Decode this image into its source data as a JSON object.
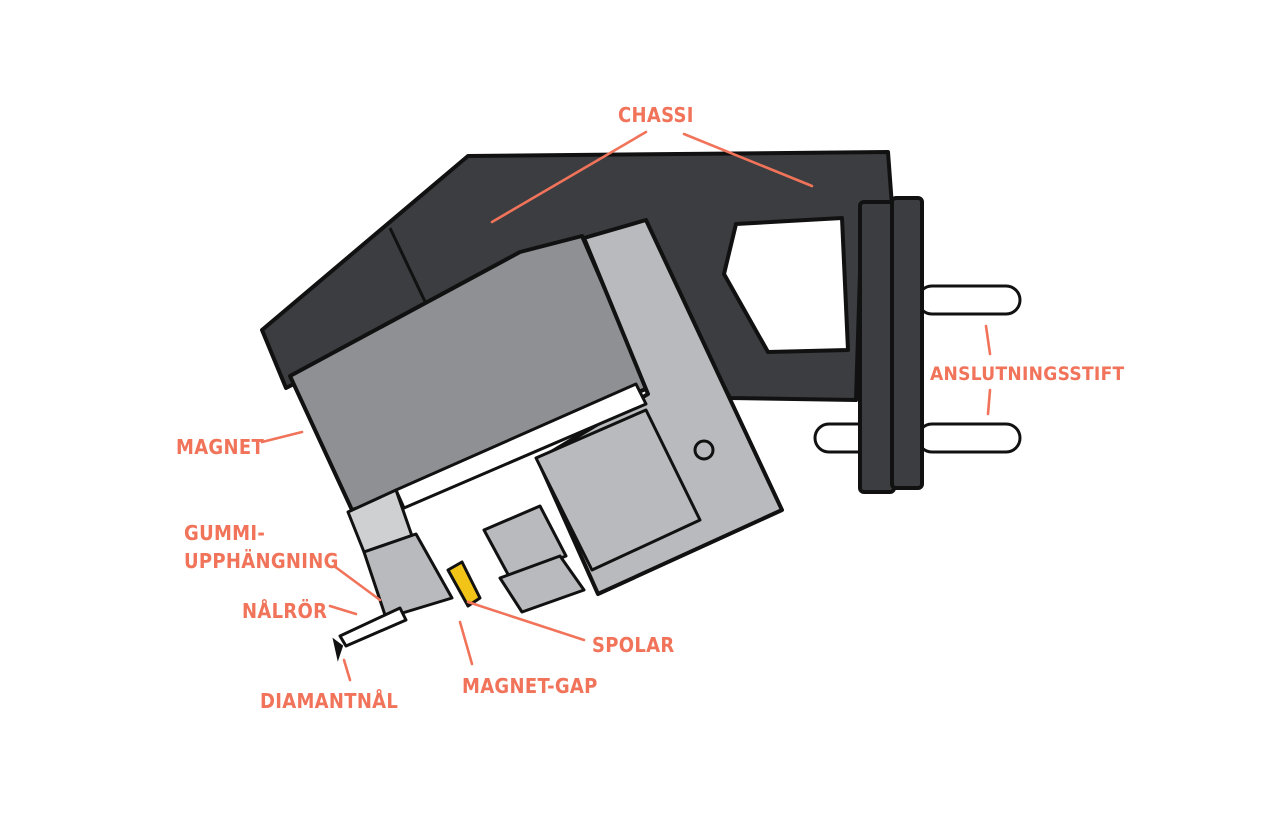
{
  "labels": {
    "chassi": "CHASSI",
    "anslutningsstift": "ANSLUTNINGSSTIFT",
    "magnet": "MAGNET",
    "gummi_line1": "GUMMI-",
    "gummi_line2": "UPPHÄNGNING",
    "nalror": "NÅLRÖR",
    "diamantnal": "DIAMANTNÅL",
    "magnet_gap": "MAGNET-GAP",
    "spolar": "SPOLAR"
  },
  "colors": {
    "label": "#f0735a",
    "chassis_dark": "#3b3d40",
    "magnet_mid": "#8e9094",
    "pole_light": "#b9babd",
    "coil_yellow": "#f2c418",
    "outline": "#111111"
  }
}
